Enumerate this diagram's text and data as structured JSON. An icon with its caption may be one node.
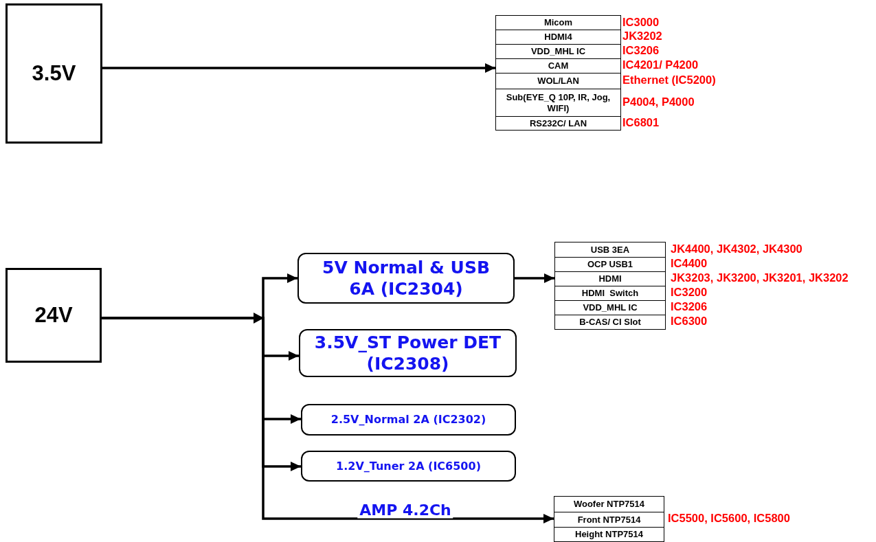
{
  "diagram": {
    "nodes": [
      {
        "text": [
          "3.5V"
        ]
      },
      {
        "text": [
          "Micom",
          "HDMI4",
          "VDD_MHL IC",
          "CAM",
          "WOL/LAN",
          "Sub(EYE_Q 10P, IR, Jog, WIFI)",
          "RS232C/ LAN"
        ],
        "beside": [
          "IC3000",
          "JK3202",
          "IC3206",
          "IC4201/ P4200",
          "Ethernet (IC5200)",
          "P4004, P4000",
          "IC6801"
        ]
      },
      {
        "text": [
          "24V"
        ]
      },
      {
        "text": [
          "5V Normal & USB 6A (IC2304)"
        ]
      },
      {
        "text": [
          "3.5V_ST Power DET (IC2308)"
        ]
      },
      {
        "text": [
          "2.5V_Normal 2A (IC2302)"
        ]
      },
      {
        "text": [
          "1.2V_Tuner 2A (IC6500)"
        ]
      },
      {
        "text": [
          "USB 3EA",
          "OCP USB1",
          "HDMI",
          "HDMI  Switch",
          "VDD_MHL IC",
          "B-CAS/ CI Slot"
        ],
        "beside": [
          "JK4400, JK4302, JK4300",
          "IC4400",
          "JK3203, JK3200, JK3201, JK3202",
          "IC3200",
          "IC3206",
          "IC6300"
        ]
      },
      {
        "text": [
          "Woofer NTP7514",
          "Front NTP7514",
          "Height NTP7514"
        ],
        "beside": [
          "IC5500, IC5600, IC5800"
        ]
      }
    ],
    "edges": [
      {
        "from": 0,
        "to": 1,
        "arrow": "to"
      },
      {
        "from": 2,
        "to": 3,
        "arrow": "to"
      },
      {
        "from": 2,
        "to": 4,
        "arrow": "to"
      },
      {
        "from": 2,
        "to": 5,
        "arrow": "to"
      },
      {
        "from": 2,
        "to": 6,
        "arrow": "to"
      },
      {
        "from": 2,
        "to": 8,
        "arrow": "to",
        "label": "AMP 4.2Ch"
      },
      {
        "from": 3,
        "to": 7,
        "arrow": "to"
      }
    ]
  }
}
